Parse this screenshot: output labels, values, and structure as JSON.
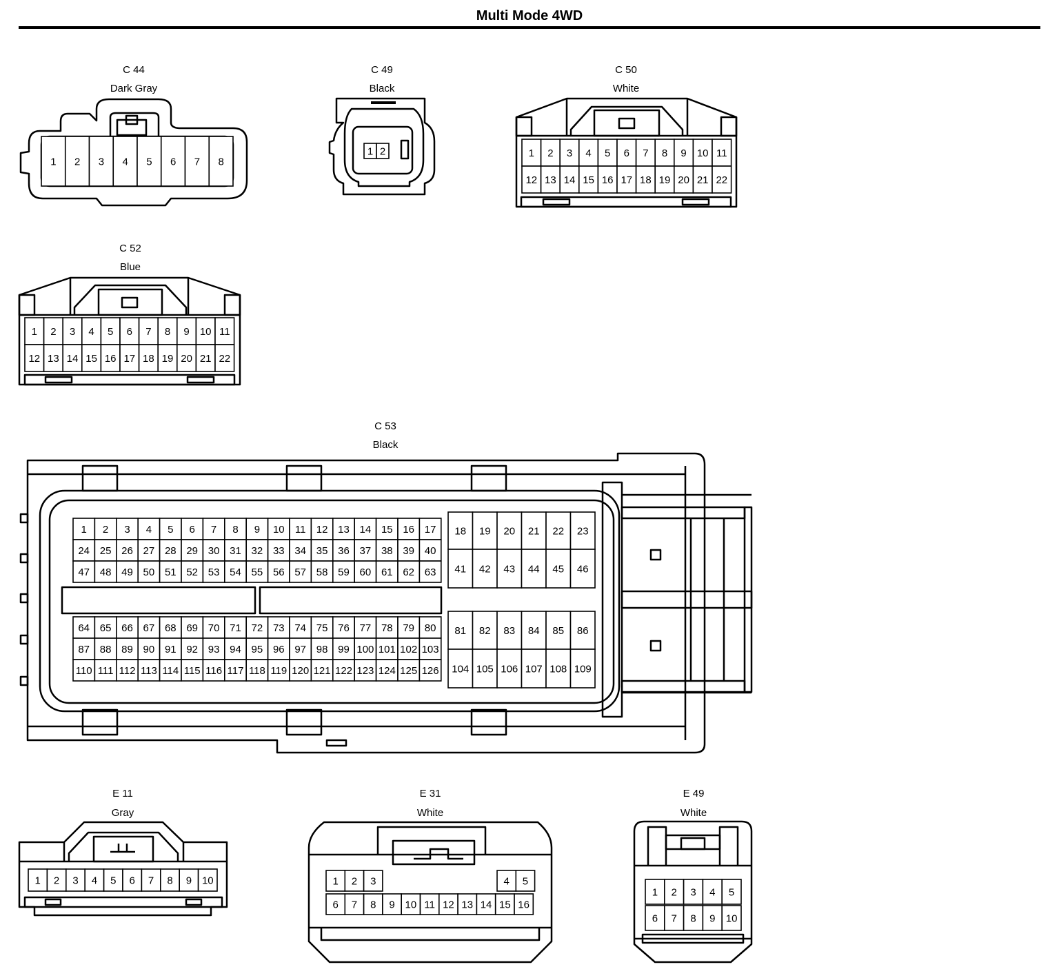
{
  "title": "Multi Mode 4WD",
  "connectors": [
    {
      "id": "C 44",
      "color": "Dark Gray",
      "pins": [
        "1",
        "2",
        "3",
        "4",
        "5",
        "6",
        "7",
        "8"
      ]
    },
    {
      "id": "C 49",
      "color": "Black",
      "pins": [
        "1",
        "2"
      ]
    },
    {
      "id": "C 50",
      "color": "White",
      "pins": [
        "1",
        "2",
        "3",
        "4",
        "5",
        "6",
        "7",
        "8",
        "9",
        "10",
        "11",
        "12",
        "13",
        "14",
        "15",
        "16",
        "17",
        "18",
        "19",
        "20",
        "21",
        "22"
      ]
    },
    {
      "id": "C 52",
      "color": "Blue",
      "pins": [
        "1",
        "2",
        "3",
        "4",
        "5",
        "6",
        "7",
        "8",
        "9",
        "10",
        "11",
        "12",
        "13",
        "14",
        "15",
        "16",
        "17",
        "18",
        "19",
        "20",
        "21",
        "22"
      ]
    },
    {
      "id": "C 53",
      "color": "Black",
      "pins": [
        "1",
        "2",
        "3",
        "4",
        "5",
        "6",
        "7",
        "8",
        "9",
        "10",
        "11",
        "12",
        "13",
        "14",
        "15",
        "16",
        "17",
        "18",
        "19",
        "20",
        "21",
        "22",
        "23",
        "24",
        "25",
        "26",
        "27",
        "28",
        "29",
        "30",
        "31",
        "32",
        "33",
        "34",
        "35",
        "36",
        "37",
        "38",
        "39",
        "40",
        "41",
        "42",
        "43",
        "44",
        "45",
        "46",
        "47",
        "48",
        "49",
        "50",
        "51",
        "52",
        "53",
        "54",
        "55",
        "56",
        "57",
        "58",
        "59",
        "60",
        "61",
        "62",
        "63",
        "64",
        "65",
        "66",
        "67",
        "68",
        "69",
        "70",
        "71",
        "72",
        "73",
        "74",
        "75",
        "76",
        "77",
        "78",
        "79",
        "80",
        "81",
        "82",
        "83",
        "84",
        "85",
        "86",
        "87",
        "88",
        "89",
        "90",
        "91",
        "92",
        "93",
        "94",
        "95",
        "96",
        "97",
        "98",
        "99",
        "100",
        "101",
        "102",
        "103",
        "104",
        "105",
        "106",
        "107",
        "108",
        "109",
        "110",
        "111",
        "112",
        "113",
        "114",
        "115",
        "116",
        "117",
        "118",
        "119",
        "120",
        "121",
        "122",
        "123",
        "124",
        "125",
        "126"
      ]
    },
    {
      "id": "E 11",
      "color": "Gray",
      "pins": [
        "1",
        "2",
        "3",
        "4",
        "5",
        "6",
        "7",
        "8",
        "9",
        "10"
      ]
    },
    {
      "id": "E 31",
      "color": "White",
      "pins": [
        "1",
        "2",
        "3",
        "4",
        "5",
        "6",
        "7",
        "8",
        "9",
        "10",
        "11",
        "12",
        "13",
        "14",
        "15",
        "16"
      ]
    },
    {
      "id": "E 49",
      "color": "White",
      "pins": [
        "1",
        "2",
        "3",
        "4",
        "5",
        "6",
        "7",
        "8",
        "9",
        "10"
      ]
    }
  ]
}
